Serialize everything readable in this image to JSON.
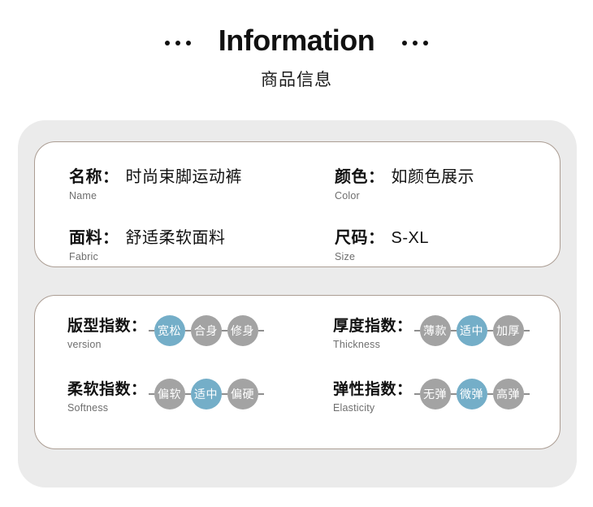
{
  "header": {
    "title_en": "Information",
    "title_cn": "商品信息",
    "dot_icon": "dot-icon"
  },
  "info_card": {
    "left": [
      {
        "label": "名称：",
        "value": "时尚束脚运动裤",
        "sub": "Name"
      },
      {
        "label": "面料：",
        "value": "舒适柔软面料",
        "sub": "Fabric"
      }
    ],
    "right": [
      {
        "label": "颜色：",
        "value": "如颜色展示",
        "sub": "Color"
      },
      {
        "label": "尺码：",
        "value": "S-XL",
        "sub": "Size"
      }
    ]
  },
  "index_card": {
    "rows": [
      {
        "label_cn": "版型指数：",
        "label_en": "version",
        "options": [
          {
            "text": "宽松",
            "active": true
          },
          {
            "text": "合身",
            "active": false
          },
          {
            "text": "修身",
            "active": false
          }
        ]
      },
      {
        "label_cn": "厚度指数：",
        "label_en": "Thickness",
        "options": [
          {
            "text": "薄款",
            "active": false
          },
          {
            "text": "适中",
            "active": true
          },
          {
            "text": "加厚",
            "active": false
          }
        ]
      },
      {
        "label_cn": "柔软指数：",
        "label_en": "Softness",
        "options": [
          {
            "text": "偏软",
            "active": false
          },
          {
            "text": "适中",
            "active": true
          },
          {
            "text": "偏硬",
            "active": false
          }
        ]
      },
      {
        "label_cn": "弹性指数：",
        "label_en": "Elasticity",
        "options": [
          {
            "text": "无弹",
            "active": false
          },
          {
            "text": "微弹",
            "active": true
          },
          {
            "text": "高弹",
            "active": false
          }
        ]
      }
    ]
  },
  "colors": {
    "active_bead": "#74aec8",
    "inactive_bead": "#a3a3a3",
    "panel_bg": "#ebebeb",
    "card_border": "#ab9d93",
    "text_primary": "#111111",
    "text_secondary": "#6e6e6e"
  }
}
